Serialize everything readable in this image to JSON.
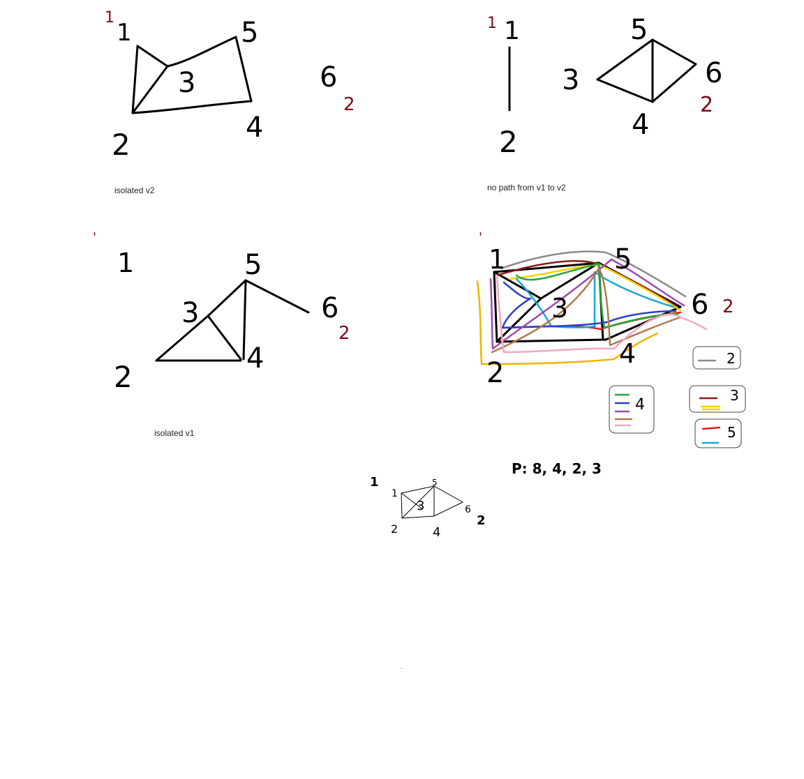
{
  "colors": {
    "ink": "#000000",
    "red_ink": "#7b0a15",
    "gray": "#8a8a8a",
    "maroon": "#8b1a1a",
    "yellow": "#f2d200",
    "red": "#e01c1c",
    "blue": "#13a6e0",
    "green": "#22a83a",
    "navy": "#2d3fc8",
    "purple": "#9b4bb0",
    "brown": "#b07a4a",
    "pink": "#f4a5c0",
    "orange": "#f0b400"
  },
  "graph1": {
    "v1_mark": "1",
    "v2_mark": "2",
    "nodes": [
      "1",
      "2",
      "3",
      "4",
      "5",
      "6"
    ],
    "caption": "isolated v2"
  },
  "graph2": {
    "v1_mark": "1",
    "v2_mark": "2",
    "nodes": [
      "1",
      "2",
      "3",
      "4",
      "5",
      "6"
    ],
    "caption": "no path from v1 to v2"
  },
  "graph3": {
    "v1_mark": "'",
    "v2_mark": "2",
    "nodes": [
      "1",
      "2",
      "3",
      "4",
      "5",
      "6"
    ],
    "caption": "isolated v1"
  },
  "graph4": {
    "v1_mark": "'",
    "v2_mark": "2",
    "nodes": [
      "1",
      "2",
      "3",
      "4",
      "5",
      "6"
    ],
    "legend": [
      {
        "label": "2",
        "colors": [
          "gray"
        ]
      },
      {
        "label": "3",
        "colors": [
          "maroon",
          "yellow"
        ]
      },
      {
        "label": "4",
        "colors": [
          "green",
          "navy",
          "purple",
          "brown",
          "pink"
        ]
      },
      {
        "label": "5",
        "colors": [
          "red",
          "blue"
        ]
      }
    ],
    "p_note": "P: 8, 4, 2, 3"
  },
  "graph5": {
    "v1_mark": "1",
    "v2_mark": "2",
    "nodes": [
      "1",
      "2",
      "3",
      "4",
      "5",
      "6"
    ]
  },
  "stray_dot": "."
}
